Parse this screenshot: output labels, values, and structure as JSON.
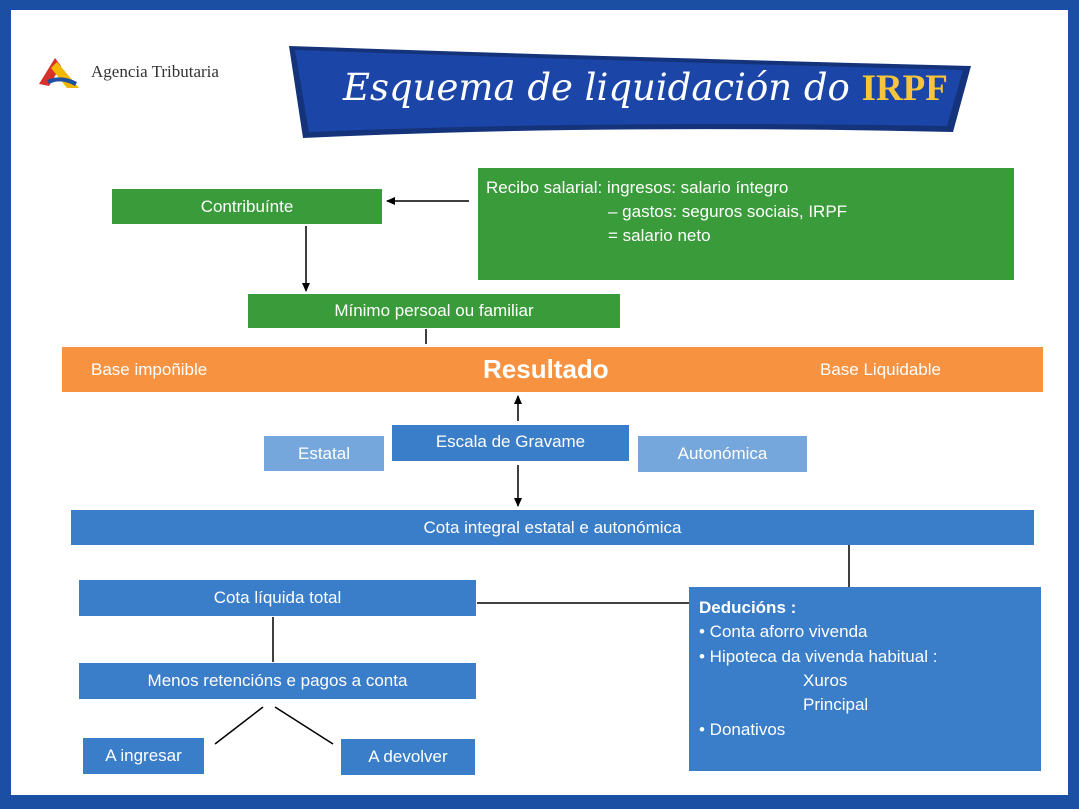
{
  "logo": {
    "text": "Agencia Tributaria"
  },
  "banner": {
    "title_main": "Esquema de liquidación do ",
    "title_highlight": "IRPF"
  },
  "recibo": {
    "line1": "Recibo salarial: ingresos: salario íntegro",
    "line2": "– gastos: seguros sociais, IRPF",
    "line3": "= salario neto"
  },
  "contribuinte": "Contribuínte",
  "minimo": "Mínimo persoal ou familiar",
  "result_bar": {
    "left": "Base impoñible",
    "center": "Resultado",
    "right": "Base Liquidable"
  },
  "escala": {
    "left": "Estatal",
    "center": "Escala de Gravame",
    "right": "Autonómica"
  },
  "cota_integral": "Cota integral estatal e autonómica",
  "cota_liquida": "Cota líquida total",
  "menos": "Menos retencións e pagos a conta",
  "ingresar": "A ingresar",
  "devolver": "A devolver",
  "deducions": {
    "title": "Deducións :",
    "item1": "• Conta aforro vivenda",
    "item2": "• Hipoteca da vivenda habitual :",
    "sub1": "Xuros",
    "sub2": "Principal",
    "item3": "• Donativos"
  },
  "colors": {
    "green": "#3a9b3a",
    "blue": "#3a7dc9",
    "light_blue": "#76a7dc",
    "orange": "#f79240",
    "frame": "#1a4fa3"
  }
}
